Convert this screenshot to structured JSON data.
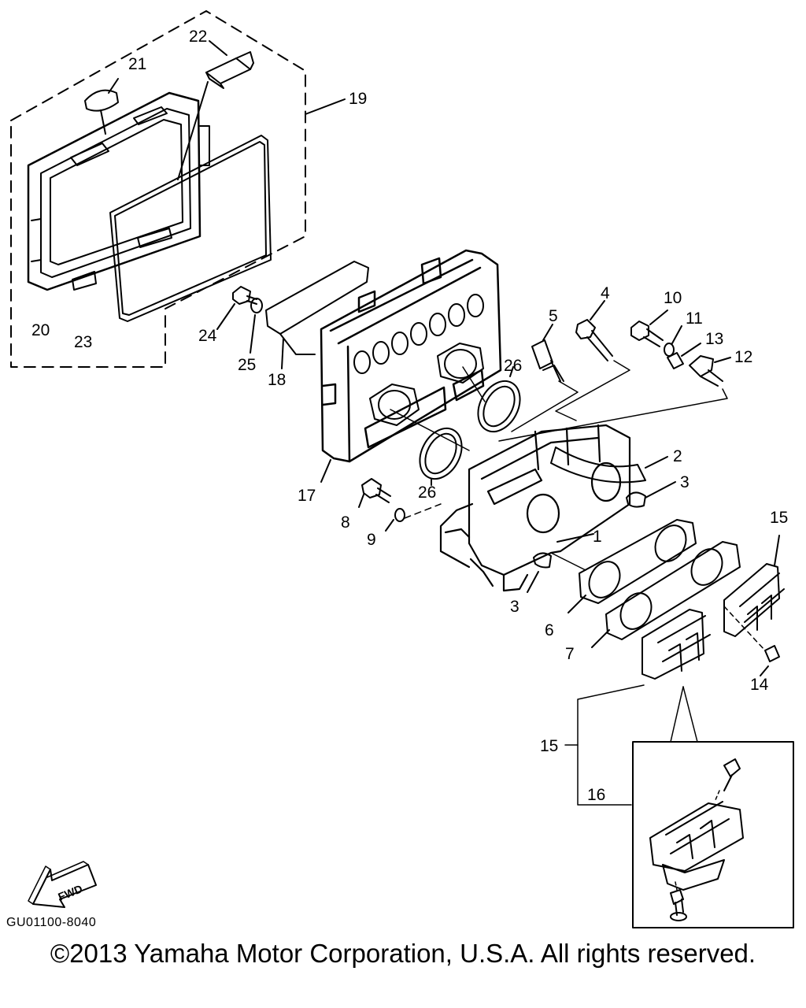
{
  "diagram": {
    "part_numbers": [
      "1",
      "2",
      "3",
      "3",
      "4",
      "5",
      "6",
      "7",
      "8",
      "9",
      "10",
      "11",
      "12",
      "13",
      "14",
      "15",
      "15",
      "16",
      "17",
      "18",
      "19",
      "20",
      "21",
      "22",
      "23",
      "24",
      "25",
      "26",
      "26"
    ],
    "fwd_label": "FWD",
    "drawing_code": "GU01100-8040",
    "copyright": "©2013 Yamaha Motor Corporation, U.S.A. All rights reserved."
  }
}
